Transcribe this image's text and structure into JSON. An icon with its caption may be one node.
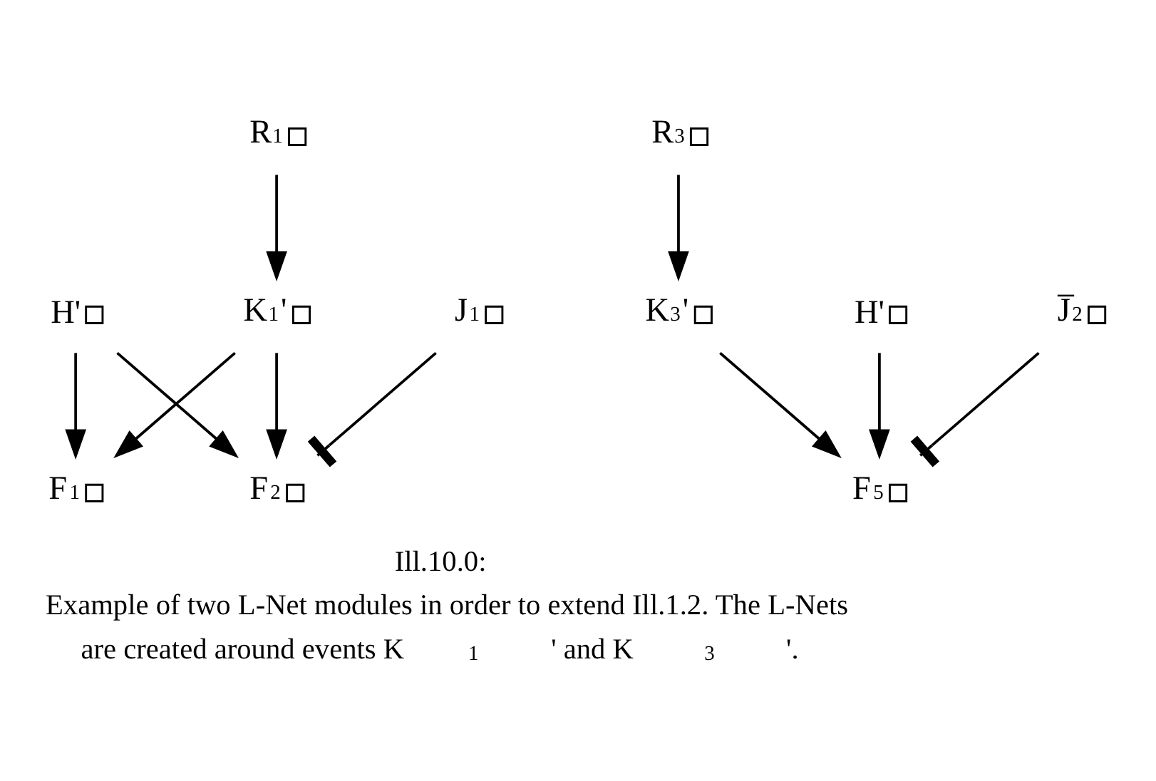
{
  "diagram": {
    "title": "Ill.10.0:",
    "caption": "Example of two L-Net modules in order to extend Ill.1.2. The L-Nets are created around events K$_{1}$' and K$_{3}$'.",
    "nodes": [
      {
        "text": [
          "R$_{1}$"
        ]
      },
      {
        "text": [
          "R$_{3}$"
        ]
      },
      {
        "text": [
          "K$_{1}$'"
        ]
      },
      {
        "text": [
          "J$_{1}$"
        ]
      },
      {
        "text": [
          "H'"
        ]
      },
      {
        "text": [
          "H'"
        ]
      },
      {
        "text": [
          "K$_{3}$'"
        ]
      },
      {
        "text": [
          "J̅$_{2}$"
        ]
      },
      {
        "text": [
          "F$_{1}$"
        ]
      },
      {
        "text": [
          "F$_{2}$"
        ]
      },
      {
        "text": [
          "F$_{5}$"
        ]
      }
    ],
    "edges": [
      {
        "from": 0,
        "to": 2,
        "arrow": "to"
      },
      {
        "from": 2,
        "to": 8,
        "arrow": "to"
      },
      {
        "from": 2,
        "to": 9,
        "arrow": "to"
      },
      {
        "from": 4,
        "to": 8,
        "arrow": "to"
      },
      {
        "from": 4,
        "to": 9,
        "arrow": "to"
      },
      {
        "from": 3,
        "to": 9,
        "arrow": "other"
      },
      {
        "from": 1,
        "to": 6,
        "arrow": "to"
      },
      {
        "from": 6,
        "to": 10,
        "arrow": "to"
      },
      {
        "from": 5,
        "to": 10,
        "arrow": "to"
      },
      {
        "from": 7,
        "to": 10,
        "arrow": "other"
      }
    ]
  }
}
